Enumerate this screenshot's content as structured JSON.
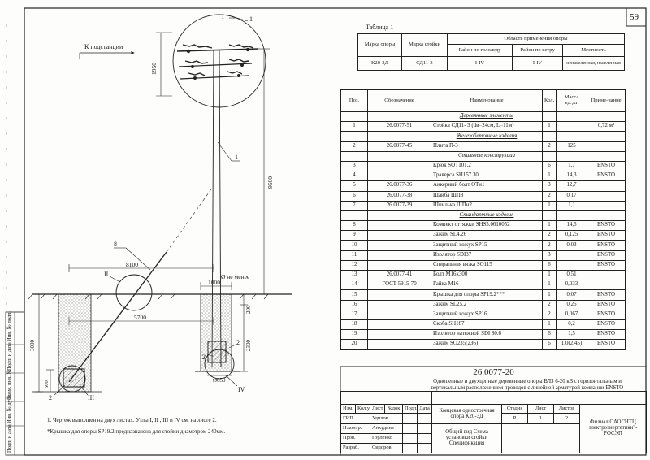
{
  "page_number": "59",
  "drawing": {
    "to_substation": "К подстанции",
    "dims": {
      "d1950": "1950",
      "d9500": "9500",
      "d8100": "8100",
      "d5700": "5700",
      "d1000": "1000",
      "d200": "200",
      "d2300": "2300",
      "d3000": "3000",
      "d500": "500",
      "d650": "Ø650"
    },
    "not_less": "Ø не менее",
    "callouts": {
      "c1": "1",
      "c2": "2",
      "c8": "8"
    },
    "nodes": {
      "n1": "I",
      "n2": "II",
      "n3": "III",
      "n4": "IV"
    },
    "notes": [
      "1. Чертеж выполнен на двух листах. Узлы I, II , III и IV см. на листе 2.",
      "*Крышка для опоры SP19.2 предназначена для стойки диаметром 240мм."
    ]
  },
  "table1": {
    "title": "Таблица 1",
    "headers": {
      "mark_pole": "Марка опоры",
      "mark_post": "Марка стойки",
      "area": "Область применения опоры",
      "ice": "Район по гололеду",
      "wind": "Район по ветру",
      "terrain": "Местность"
    },
    "row": {
      "pole": "К20-3Д",
      "post": "СД11-3",
      "ice": "I-IV",
      "wind": "I-IV",
      "terrain": "ненаселенная, населенная"
    }
  },
  "spec": {
    "headers": {
      "pos": "Поз.",
      "designation": "Обозначение",
      "name": "Наименование",
      "qty": "Кол.",
      "mass": "Масса ед.,кг",
      "note": "Приме-чание"
    },
    "rows": [
      {
        "type": "section",
        "name": "Деревянные элементы"
      },
      {
        "pos": "1",
        "designation": "26.0077-51",
        "name": "Стойка СД11- 3 (dв=24см, L=11м)",
        "qty": "1",
        "mass": "",
        "note": "0,72 м³"
      },
      {
        "type": "section",
        "name": "Железобетонные изделия"
      },
      {
        "pos": "2",
        "designation": "26.0077-45",
        "name": "Плита П-3",
        "qty": "2",
        "mass": "125",
        "note": ""
      },
      {
        "type": "section",
        "name": "Стальные конструкции"
      },
      {
        "pos": "3",
        "designation": "",
        "name": "Крюк SOT101.2",
        "qty": "6",
        "mass": "1,7",
        "note": "ENSTO"
      },
      {
        "pos": "4",
        "designation": "",
        "name": "Траверса SH157.30",
        "qty": "1",
        "mass": "14,3",
        "note": "ENSTO"
      },
      {
        "pos": "5",
        "designation": "26.0077-36",
        "name": "Анкерный болт ОТн1",
        "qty": "3",
        "mass": "12,7",
        "note": ""
      },
      {
        "pos": "6",
        "designation": "26.0077-38",
        "name": "Шайба ШП8",
        "qty": "2",
        "mass": "0,17",
        "note": ""
      },
      {
        "pos": "7",
        "designation": "26.0077-39",
        "name": "Шпилька ШПн2",
        "qty": "1",
        "mass": "1,1",
        "note": ""
      },
      {
        "type": "section",
        "name": "Стандартные изделия"
      },
      {
        "pos": "8",
        "designation": "",
        "name": "Компект оттяжки SHS5.0610052",
        "qty": "1",
        "mass": "14,5",
        "note": "ENSTO"
      },
      {
        "pos": "9",
        "designation": "",
        "name": "Зажим SL4.26",
        "qty": "2",
        "mass": "0,125",
        "note": "ENSTO"
      },
      {
        "pos": "10",
        "designation": "",
        "name": "Защитный кожух SP15",
        "qty": "2",
        "mass": "0,03",
        "note": "ENSTO"
      },
      {
        "pos": "11",
        "designation": "",
        "name": "Изолятор SDI37",
        "qty": "3",
        "mass": "",
        "note": "ENSTO"
      },
      {
        "pos": "12",
        "designation": "",
        "name": "Спиральная вязка SO115",
        "qty": "6",
        "mass": "",
        "note": "ENSTO"
      },
      {
        "pos": "13",
        "designation": "26.0077-41",
        "name": "Болт М16х300",
        "qty": "1",
        "mass": "0,51",
        "note": ""
      },
      {
        "pos": "14",
        "designation": "ГОСТ 5915-70",
        "name": "Гайка М16",
        "qty": "1",
        "mass": "0,033",
        "note": ""
      },
      {
        "pos": "15",
        "designation": "",
        "name": "Крышка для опоры SP19.2***",
        "qty": "1",
        "mass": "0,07",
        "note": "ENSTO"
      },
      {
        "pos": "16",
        "designation": "",
        "name": "Зажим SL25.2",
        "qty": "2",
        "mass": "0,25",
        "note": "ENSTO"
      },
      {
        "pos": "17",
        "designation": "",
        "name": "Защитный кожух SP16",
        "qty": "2",
        "mass": "0,067",
        "note": "ENSTO"
      },
      {
        "pos": "18",
        "designation": "",
        "name": "Скоба SH187",
        "qty": "1",
        "mass": "0,2",
        "note": "ENSTO"
      },
      {
        "pos": "19",
        "designation": "",
        "name": "Изолятор натяжной SDI 80.6",
        "qty": "6",
        "mass": "1,5",
        "note": "ENSTO"
      },
      {
        "pos": "20",
        "designation": "",
        "name": "Зажим SO235(236)",
        "qty": "6",
        "mass": "1,0(2,45)",
        "note": "ENSTO"
      }
    ]
  },
  "title_block": {
    "doc_code": "26.0077-20",
    "description": "Одноцепные и двухцепные деревянные опоры ВЛЗ 6-20 кВ с горизонтальным и вертикальным расположением проводов с линейной арматурой компании ENSTO",
    "col_headers": [
      "Изм.",
      "Кол.уч",
      "Лист",
      "№док",
      "Подп.",
      "Дата"
    ],
    "roles": [
      {
        "role": "ГИП",
        "name": "Удилов"
      },
      {
        "role": "Н.контр.",
        "name": "Анкудина"
      },
      {
        "role": "Пров.",
        "name": "Горленко"
      },
      {
        "role": "Разраб.",
        "name": "Сидоров"
      }
    ],
    "item_name": "Концевая одностоечная опора К20-3Д",
    "sheet_content": "Общий вид Схема установки стойки Спецификация",
    "stage_label": "Стадия",
    "sheet_label": "Лист",
    "sheets_label": "Листов",
    "stage": "Р",
    "sheet": "1",
    "sheets": "2",
    "org": "Филиал ОАО \"НТЦ электроэнергетики\"- РОСЭП"
  },
  "margin_stamps": [
    "Инв. № подл.",
    "Подп. и дата",
    "Взам. инв. №",
    "Инв. № дубл.",
    "Подп. и дата"
  ]
}
